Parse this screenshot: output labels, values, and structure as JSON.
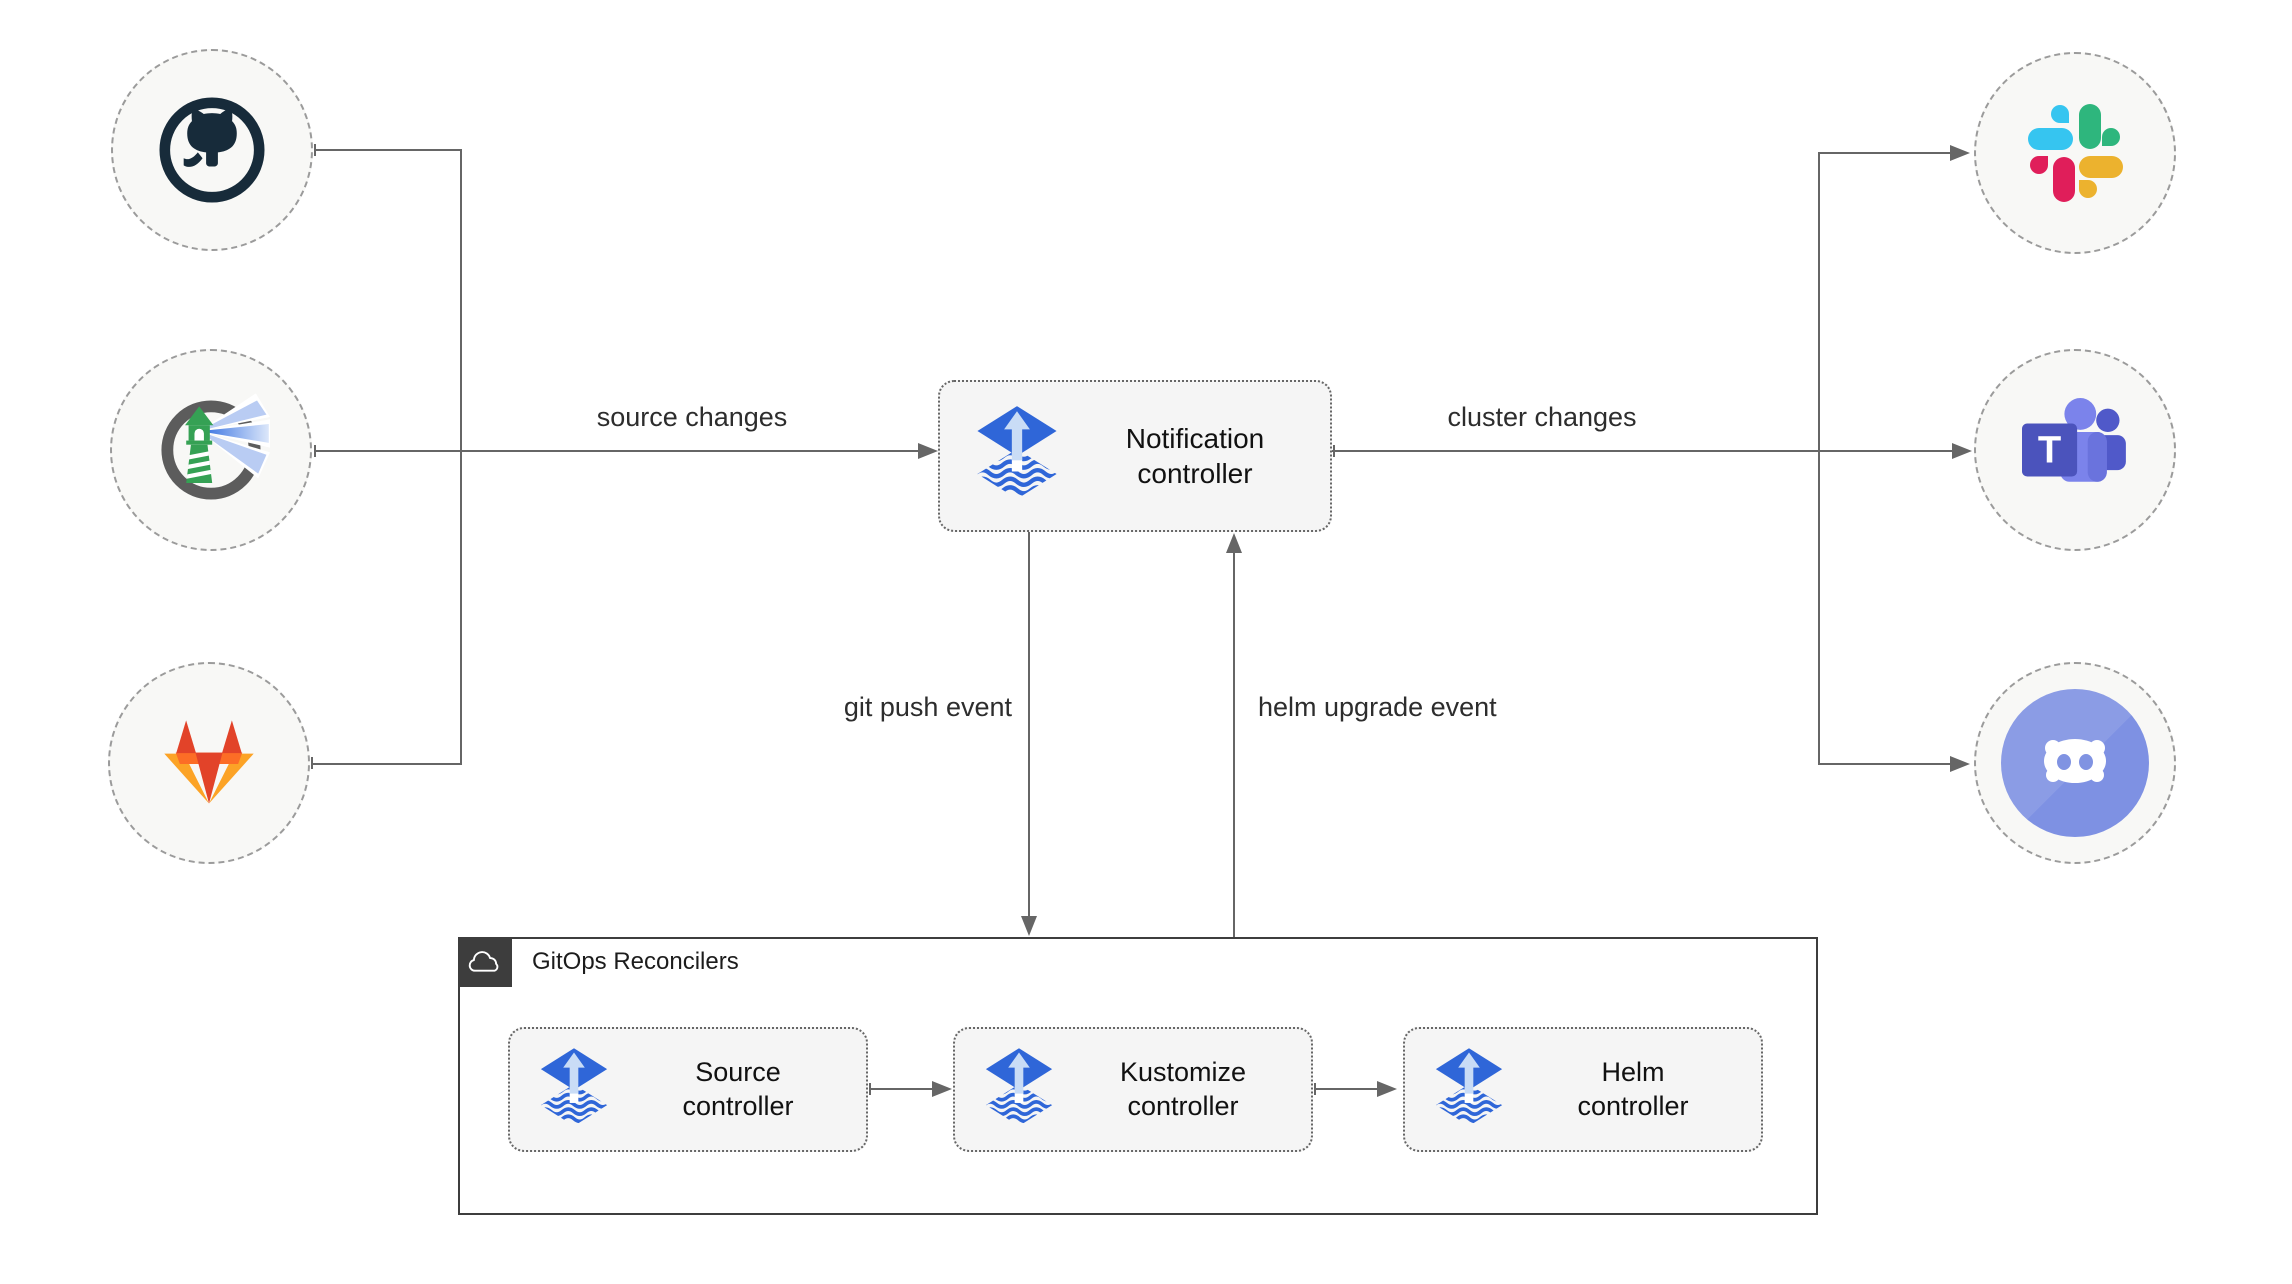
{
  "edges": {
    "source_changes": "source changes",
    "cluster_changes": "cluster changes",
    "git_push": "git push event",
    "helm_upgrade": "helm upgrade event"
  },
  "notification": {
    "label": "Notification controller"
  },
  "gitops": {
    "label": "GitOps Reconcilers",
    "reconcilers": [
      {
        "label": "Source controller"
      },
      {
        "label": "Kustomize controller"
      },
      {
        "label": "Helm controller"
      }
    ]
  },
  "icons": {
    "sources": [
      "github-icon",
      "harbor-lighthouse-icon",
      "gitlab-icon"
    ],
    "notifiers": [
      "slack-icon",
      "ms-teams-icon",
      "discord-icon"
    ],
    "controller_logo": "flux-icon",
    "group_badge": "cloud-icon"
  },
  "teams_letter": "T",
  "colors": {
    "line": "#666666",
    "box_fill": "#f5f5f5",
    "circle_fill": "#f8f8f6",
    "group_border": "#3d3d3d",
    "flux_blue": "#2f66d8",
    "github_navy": "#172b3a",
    "harbor_green": "#35a154",
    "harbor_beam_blue": "#2e6be0",
    "gitlab_red": "#e24329",
    "gitlab_orange": "#fc6d26",
    "gitlab_yellow": "#fca326",
    "slack_blue": "#36C5F0",
    "slack_green": "#2EB67D",
    "slack_red": "#E01E5A",
    "slack_yellow": "#ECB22E",
    "teams_purple": "#4b53bc",
    "teams_light_purple": "#7b83eb",
    "discord_blurple": "#8b9ce5"
  }
}
